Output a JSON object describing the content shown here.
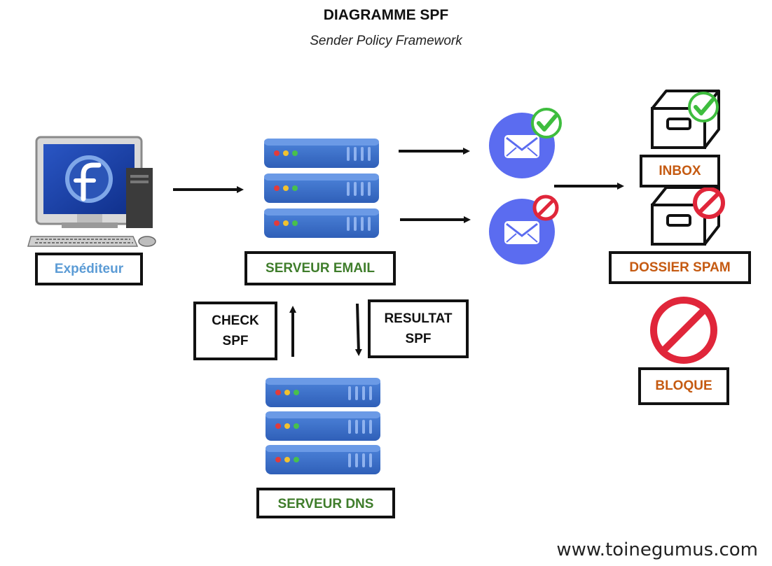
{
  "diagram": {
    "title": "DIAGRAMME SPF",
    "subtitle": "Sender Policy Framework",
    "labels": {
      "sender": "Expéditeur",
      "email_server": "SERVEUR EMAIL",
      "dns_server": "SERVEUR DNS",
      "check_spf_line1": "CHECK",
      "check_spf_line2": "SPF",
      "result_spf_line1": "RESULTAT",
      "result_spf_line2": "SPF",
      "inbox": "INBOX",
      "spam_folder": "DOSSIER SPAM",
      "blocked": "BLOQUE"
    },
    "website": "www.toinegumus.com"
  },
  "colors": {
    "sender_label": "#5b9bd5",
    "server_label": "#3f7d2b",
    "destination_label": "#c55a11",
    "server_body": "#3f70c8",
    "mail_circle": "#5b6cf0",
    "check_green": "#3ebd3e",
    "block_red": "#e0263a"
  },
  "icons": [
    "computer-icon",
    "server-icon",
    "mail-icon",
    "check-icon",
    "prohibited-icon",
    "mailbox-icon"
  ]
}
